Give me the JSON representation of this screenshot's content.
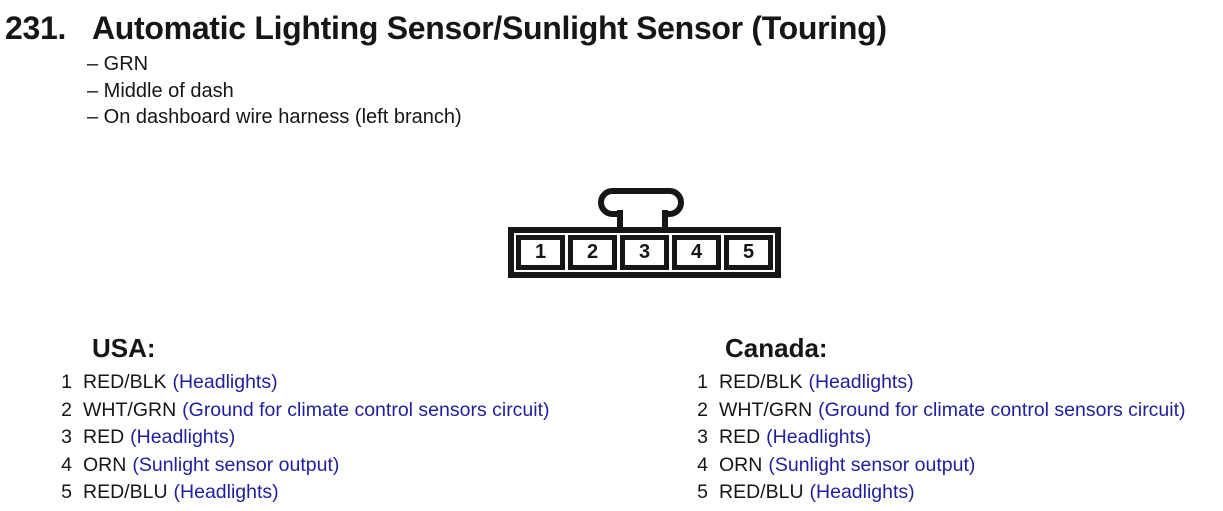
{
  "header": {
    "number": "231.",
    "title": "Automatic Lighting Sensor/Sunlight Sensor (Touring)",
    "notes": [
      "– GRN",
      "– Middle of dash",
      "– On dashboard wire harness (left branch)"
    ]
  },
  "connector": {
    "pins": [
      "1",
      "2",
      "3",
      "4",
      "5"
    ]
  },
  "pinout_columns": [
    {
      "heading": "USA:",
      "rows": [
        {
          "pin": "1",
          "wire": "RED/BLK",
          "function": "(Headlights)"
        },
        {
          "pin": "2",
          "wire": "WHT/GRN",
          "function": "(Ground for climate control sensors circuit)"
        },
        {
          "pin": "3",
          "wire": "RED",
          "function": "(Headlights)"
        },
        {
          "pin": "4",
          "wire": "ORN",
          "function": "(Sunlight sensor output)"
        },
        {
          "pin": "5",
          "wire": "RED/BLU",
          "function": "(Headlights)"
        }
      ]
    },
    {
      "heading": "Canada:",
      "rows": [
        {
          "pin": "1",
          "wire": "RED/BLK",
          "function": "(Headlights)"
        },
        {
          "pin": "2",
          "wire": "WHT/GRN",
          "function": "(Ground for climate control sensors circuit)"
        },
        {
          "pin": "3",
          "wire": "RED",
          "function": "(Headlights)"
        },
        {
          "pin": "4",
          "wire": "ORN",
          "function": "(Sunlight sensor output)"
        },
        {
          "pin": "5",
          "wire": "RED/BLU",
          "function": "(Headlights)"
        }
      ]
    }
  ],
  "colors": {
    "text": "#161616",
    "line": "#161616",
    "function_blue": "#1f1f9e",
    "background": "#ffffff"
  }
}
